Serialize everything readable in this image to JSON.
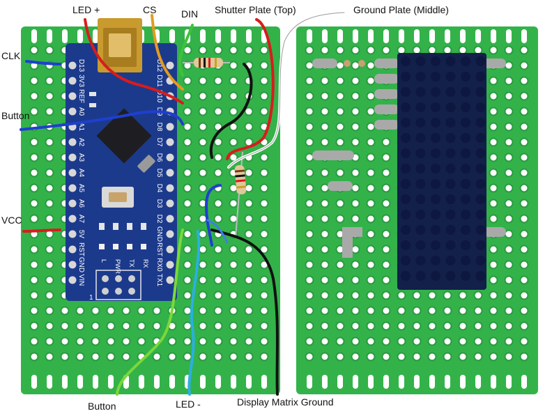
{
  "labels": {
    "led_plus": "LED +",
    "cs": "CS",
    "din": "DIN",
    "shutter_plate": "Shutter Plate (Top)",
    "ground_plate": "Ground Plate (Middle)",
    "clk": "CLK",
    "button_left": "Button",
    "vcc": "VCC",
    "button_bottom": "Button",
    "led_minus": "LED -",
    "display_ground": "Display Matrix Ground"
  },
  "nano": {
    "left_pins": [
      "D13",
      "3V3",
      "REF",
      "A0",
      "A1",
      "A2",
      "A3",
      "A4",
      "A5",
      "A6",
      "A7",
      "5V",
      "RST",
      "GND",
      "VIN"
    ],
    "right_pins": [
      "D12",
      "D11",
      "D10",
      "D9",
      "D8",
      "D7",
      "D6",
      "D5",
      "D4",
      "D3",
      "D2",
      "GND",
      "RST",
      "RX0",
      "TX1"
    ],
    "led_labels": [
      "L",
      "PWR",
      "TX",
      "RX"
    ],
    "icsp_marker": "1"
  },
  "colors": {
    "board": "#33b24a",
    "pad": "#ffffff",
    "pad_ring": "#2a9a3f",
    "arduino": "#1c3a8c",
    "matrix_dot": "#0d1740",
    "jumper_gray": "#a9a9a9",
    "usb": "#c99a2e",
    "wire_red": "#d81c1c",
    "wire_blue": "#1f3fd0",
    "wire_orange": "#e39b22",
    "wire_green": "#3fc23a",
    "wire_lime": "#7bd83a",
    "wire_cyan": "#2ab0e0",
    "wire_black": "#111111",
    "wire_white": "#ffffff",
    "wire_lightblue": "#3d7fe6"
  }
}
